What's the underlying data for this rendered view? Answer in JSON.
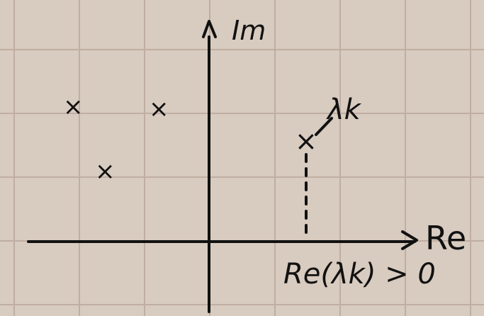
{
  "colors": {
    "background": "#d8cbbf",
    "grid": "#bfaea1",
    "ink": "#111111"
  },
  "axes": {
    "vertical_label": "Im",
    "horizontal_label": "Re"
  },
  "markers": [
    {
      "name": "eigenvalue-marker",
      "symbol": "×"
    },
    {
      "name": "eigenvalue-marker",
      "symbol": "×"
    },
    {
      "name": "eigenvalue-marker",
      "symbol": "×"
    },
    {
      "name": "eigenvalue-marker-lambda-k",
      "symbol": "×"
    }
  ],
  "annotations": {
    "lambda_label": "λk",
    "condition_label": "Re(λk) > 0"
  }
}
